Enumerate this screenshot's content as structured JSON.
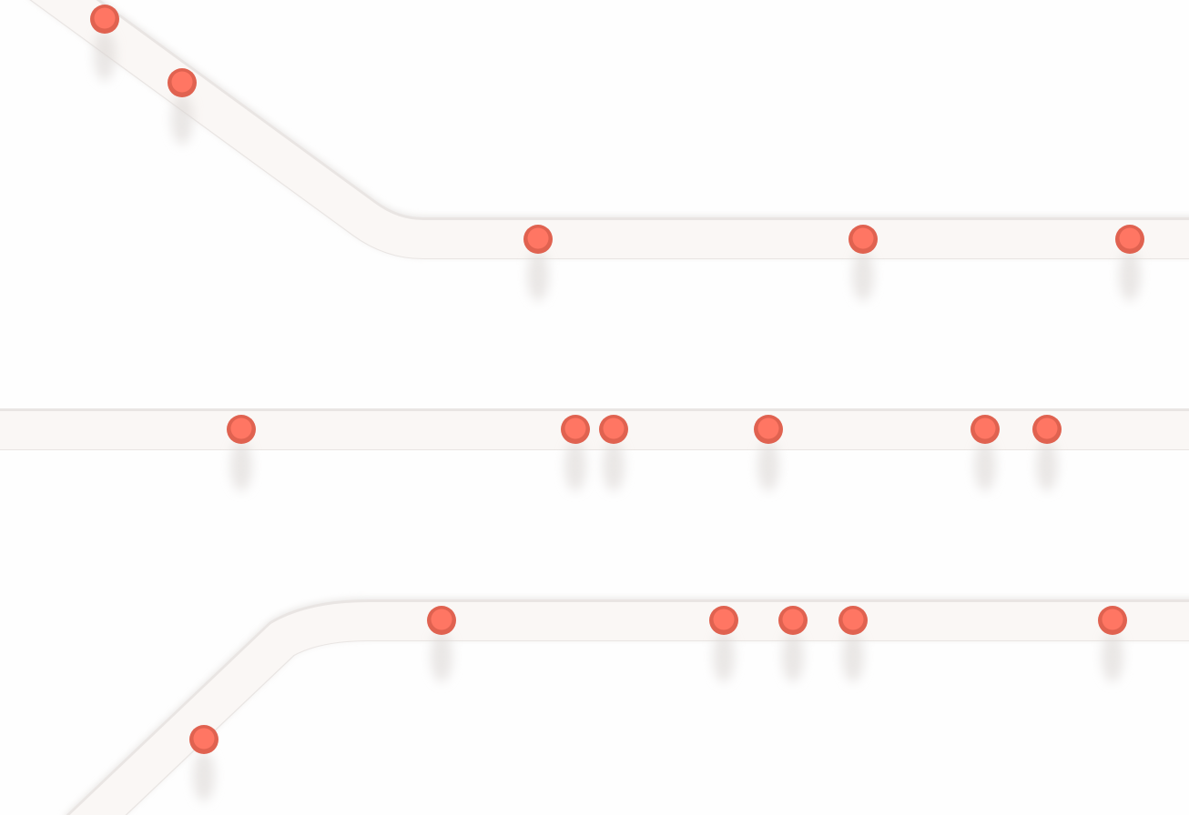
{
  "colors": {
    "background": "#fefefe",
    "track": "#faf7f5",
    "track_edge": "#e9e5e3",
    "bead_ring": "#e06250",
    "bead_core": "#ff7663"
  },
  "tracks": [
    {
      "name": "track-upper",
      "bead_count": 5
    },
    {
      "name": "track-middle",
      "bead_count": 6
    },
    {
      "name": "track-lower",
      "bead_count": 6
    }
  ]
}
